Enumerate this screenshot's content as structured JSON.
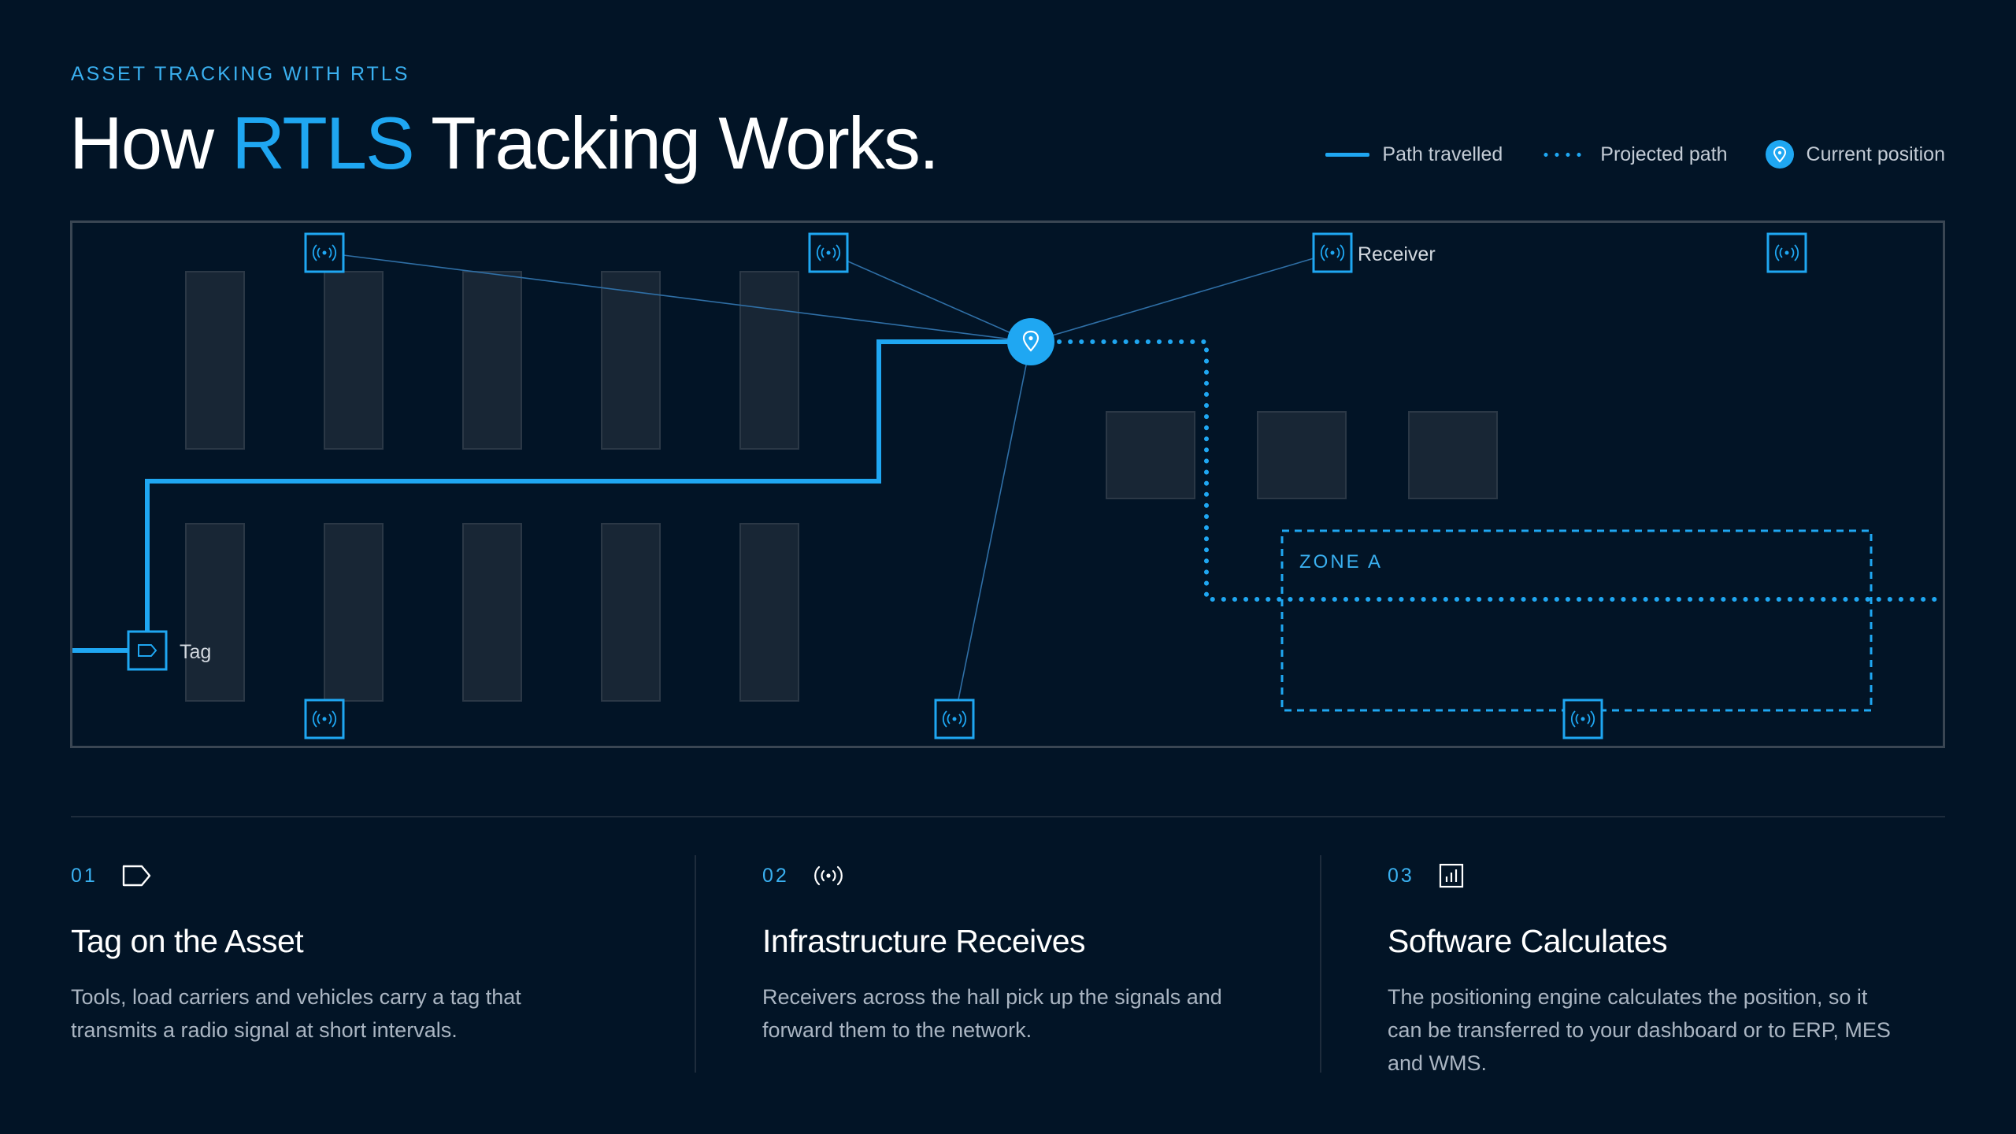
{
  "header": {
    "eyebrow": "ASSET TRACKING WITH RTLS",
    "title_before": "How ",
    "title_accent": "RTLS",
    "title_after": " Tracking Works."
  },
  "legend": {
    "path_travelled": "Path travelled",
    "projected_path": "Projected path",
    "current_position": "Current position"
  },
  "floorplan": {
    "receiver_label": "Receiver",
    "tag_label": "Tag",
    "zone_label": "ZONE A"
  },
  "steps": [
    {
      "number": "01",
      "icon": "tag-icon",
      "title": "Tag on the Asset",
      "text_line1": "Tools, load carriers and vehicles carry a tag that",
      "text_line2": "transmits a radio signal at short intervals."
    },
    {
      "number": "02",
      "icon": "signal-icon",
      "title": "Infrastructure Receives",
      "text_line1": "Receivers across the hall pick up the signals and",
      "text_line2": "forward them to the network."
    },
    {
      "number": "03",
      "icon": "chart-icon",
      "title": "Software Calculates",
      "text_line1": "The positioning engine calculates the position, so it",
      "text_line2": "can be transferred to your dashboard or to ERP, MES",
      "text_line3": "and WMS."
    }
  ],
  "colors": {
    "background": "#021426",
    "accent": "#1fa7f2",
    "shelf": "#182635",
    "border": "#3a4653"
  }
}
